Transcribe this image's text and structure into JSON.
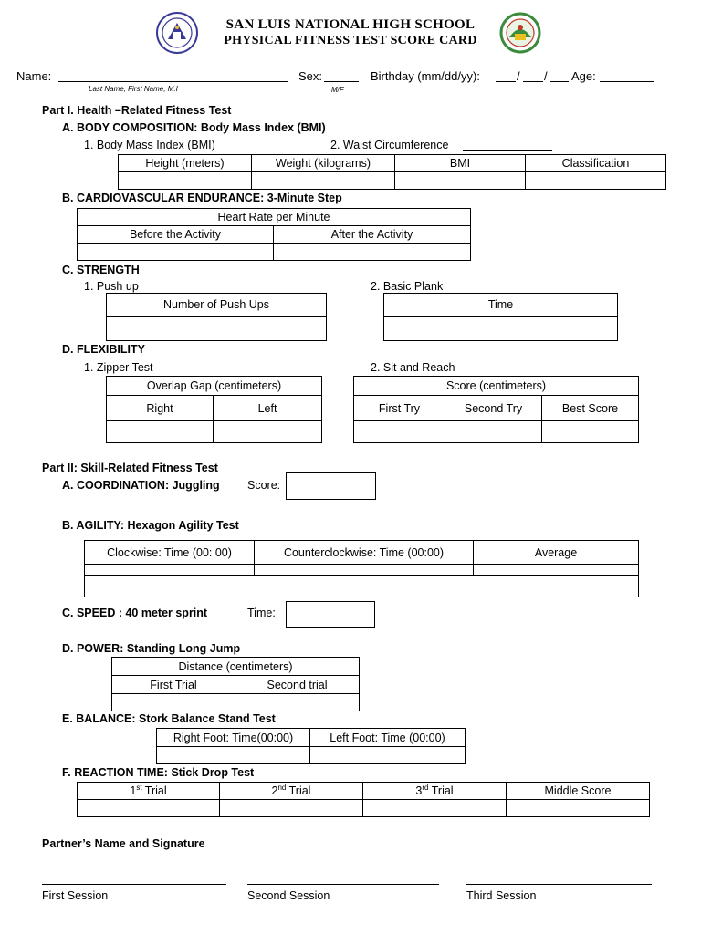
{
  "header": {
    "school": "SAN LUIS NATIONAL HIGH SCHOOL",
    "title": "PHYSICAL FITNESS TEST SCORE CARD"
  },
  "info": {
    "name_label": "Name:",
    "name_hint": "Last Name, First Name, M.I",
    "sex_label": "Sex:",
    "sex_hint": "M/F",
    "birthday_label": "Birthday (mm/dd/yy):",
    "birthday_sep1": "/",
    "birthday_sep2": "/",
    "age_label": "Age:"
  },
  "part1": {
    "title": "Part I. Health –Related Fitness Test",
    "A": {
      "title": "A.   BODY COMPOSITION: Body Mass Index (BMI)",
      "sub1": "1.   Body Mass Index (BMI)",
      "sub2": "2. Waist Circumference",
      "headers": [
        "Height (meters)",
        "Weight (kilograms)",
        "BMI",
        "Classification"
      ]
    },
    "B": {
      "title": "B.   CARDIOVASCULAR  ENDURANCE: 3-Minute Step",
      "group": "Heart Rate per  Minute",
      "headers": [
        "Before the Activity",
        "After the Activity"
      ]
    },
    "C": {
      "title": "C.   STRENGTH",
      "sub1": "1.   Push up",
      "sub2": "2. Basic Plank",
      "pushup_header": "Number of Push Ups",
      "plank_header": "Time"
    },
    "D": {
      "title": "D.   FLEXIBILITY",
      "sub1": "1.   Zipper Test",
      "sub2": "2. Sit and Reach",
      "zipper_group": "Overlap Gap (centimeters)",
      "zipper_headers": [
        "Right",
        "Left"
      ],
      "sit_group": "Score (centimeters)",
      "sit_headers": [
        "First Try",
        "Second Try",
        "Best Score"
      ]
    }
  },
  "part2": {
    "title": "Part II: Skill-Related Fitness Test",
    "A": {
      "title": "A.   COORDINATION: Juggling",
      "score_label": "Score:"
    },
    "B": {
      "title": "B.   AGILITY: Hexagon Agility Test",
      "headers": [
        "Clockwise: Time (00: 00)",
        "Counterclockwise: Time (00:00)",
        "Average"
      ]
    },
    "C": {
      "title": "C.   SPEED : 40 meter sprint",
      "time_label": "Time:"
    },
    "D": {
      "title": "D.   POWER: Standing Long Jump",
      "group": "Distance (centimeters)",
      "headers": [
        "First Trial",
        "Second trial"
      ]
    },
    "E": {
      "title": "E.   BALANCE: Stork Balance Stand Test",
      "headers": [
        "Right Foot: Time(00:00)",
        "Left Foot: Time (00:00)"
      ]
    },
    "F": {
      "title": "F.   REACTION TIME:  Stick Drop Test",
      "trials": [
        {
          "num": "1",
          "sup": "st",
          "label": " Trial"
        },
        {
          "num": "2",
          "sup": "nd",
          "label": " Trial"
        },
        {
          "num": "3",
          "sup": "rd",
          "label": " Trial"
        }
      ],
      "middle": "Middle Score"
    }
  },
  "signature": {
    "title": "Partner’s Name and Signature",
    "sessions": [
      "First Session",
      "Second Session",
      "Third Session"
    ]
  },
  "icons": [
    "deped-seal-icon",
    "school-seal-icon"
  ],
  "colors": {
    "deped_seal": "#3a3a9a",
    "school_seal_green": "#3c8a3c",
    "school_seal_red": "#c0392b"
  }
}
